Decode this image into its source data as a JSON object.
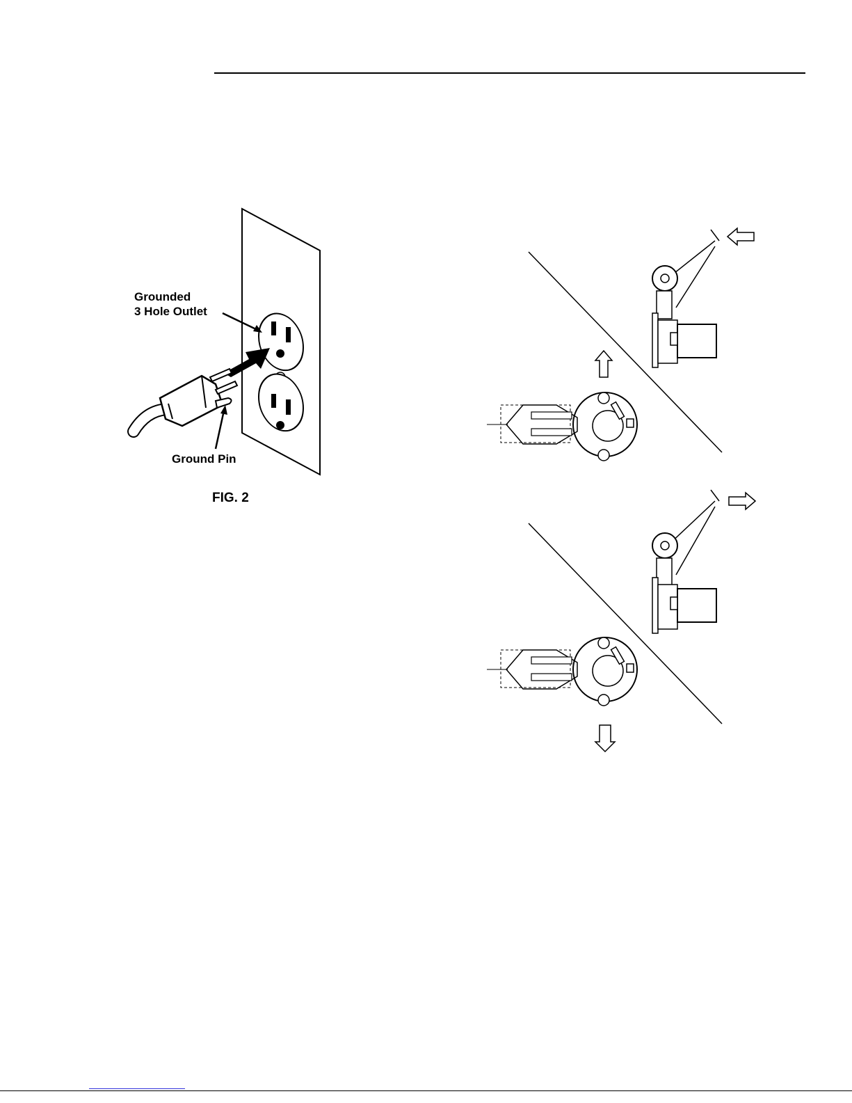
{
  "figure2": {
    "outlet_label_line1": "Grounded",
    "outlet_label_line2": "3 Hole Outlet",
    "pin_label": "Ground Pin",
    "caption": "FIG. 2"
  },
  "diagrams": {
    "upper_arrows": [
      "left",
      "up"
    ],
    "lower_arrows": [
      "right",
      "down"
    ]
  }
}
